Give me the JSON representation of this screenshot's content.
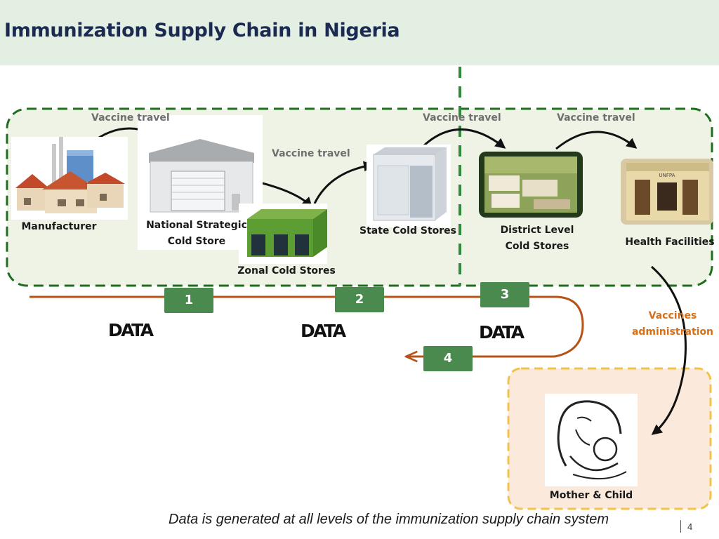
{
  "title": "Immunization Supply Chain in Nigeria",
  "nodes": {
    "manufacturer": "Manufacturer",
    "national_line1": "National Strategic",
    "national_line2": "Cold Store",
    "zonal": "Zonal Cold Stores",
    "state": "State Cold Stores",
    "district_line1": "District Level",
    "district_line2": "Cold Stores",
    "health": "Health Facilities",
    "mother_child": "Mother & Child"
  },
  "vaccine_travel": [
    "Vaccine travel",
    "Vaccine travel",
    "Vaccine travel",
    "Vaccine travel"
  ],
  "steps": [
    "1",
    "2",
    "3",
    "4"
  ],
  "data_labels": [
    "DATA",
    "DATA",
    "DATA"
  ],
  "vaccines_admin_line1": "Vaccines",
  "vaccines_admin_line2": "administration",
  "caption": "Data is generated at all levels  of the immunization supply chain system",
  "page_number": "4",
  "colors": {
    "header_bg": "#e4efe4",
    "green_dash": "#1e6e1e",
    "light_green_bg": "#eef3e6",
    "orange_line": "#b5541a",
    "step_box": "#4b8a4e",
    "vaccines_admin": "#d86f17",
    "mother_box": "#f3c24a"
  }
}
